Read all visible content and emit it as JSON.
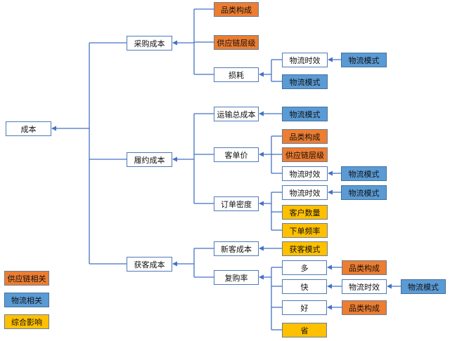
{
  "colors": {
    "line": "#4472c4",
    "orange": "#ed7d31",
    "blue": "#5b9bd5",
    "yellow": "#ffc000",
    "white": "#ffffff"
  },
  "legend": [
    {
      "label": "供应链相关",
      "color": "orange"
    },
    {
      "label": "物流相关",
      "color": "blue"
    },
    {
      "label": "综合影响",
      "color": "yellow"
    }
  ],
  "nodes": {
    "root": {
      "label": "成本"
    },
    "c1": {
      "label": "采购成本"
    },
    "c2": {
      "label": "履约成本"
    },
    "c3": {
      "label": "获客成本"
    },
    "c1a": {
      "label": "品类构成"
    },
    "c1b": {
      "label": "供应链层级"
    },
    "c1c": {
      "label": "损耗"
    },
    "c1c1": {
      "label": "物流时效"
    },
    "c1c1a": {
      "label": "物流模式"
    },
    "c1c2": {
      "label": "物流模式"
    },
    "c2a": {
      "label": "运输总成本"
    },
    "c2a1": {
      "label": "物流模式"
    },
    "c2b": {
      "label": "客单价"
    },
    "c2b1": {
      "label": "品类构成"
    },
    "c2b2": {
      "label": "供应链层级"
    },
    "c2b3": {
      "label": "物流时效"
    },
    "c2b3a": {
      "label": "物流模式"
    },
    "c2c": {
      "label": "订单密度"
    },
    "c2c1": {
      "label": "物流时效"
    },
    "c2c1a": {
      "label": "物流模式"
    },
    "c2c2": {
      "label": "客户数量"
    },
    "c2c3": {
      "label": "下单频率"
    },
    "c3a": {
      "label": "新客成本"
    },
    "c3a1": {
      "label": "获客模式"
    },
    "c3b": {
      "label": "复购率"
    },
    "c3b1": {
      "label": "多"
    },
    "c3b1a": {
      "label": "品类构成"
    },
    "c3b2": {
      "label": "快"
    },
    "c3b2a": {
      "label": "物流时效"
    },
    "c3b2a1": {
      "label": "物流模式"
    },
    "c3b3": {
      "label": "好"
    },
    "c3b3a": {
      "label": "品类构成"
    },
    "c3b4": {
      "label": "省"
    }
  }
}
